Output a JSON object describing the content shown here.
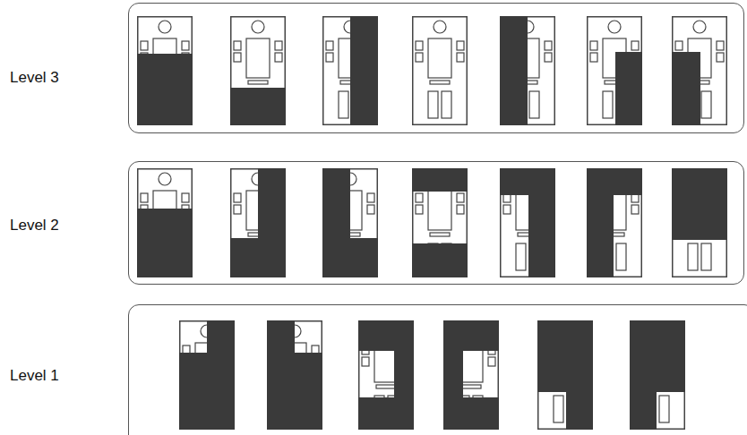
{
  "diagram": {
    "nodes": [
      {
        "text": [
          "Level 3"
        ]
      },
      {
        "text": [
          "Level 2"
        ]
      },
      {
        "text": [
          "Level 1"
        ]
      }
    ]
  }
}
